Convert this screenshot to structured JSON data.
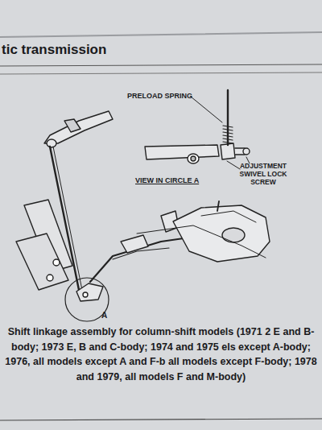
{
  "diagram": {
    "title": "tic transmission",
    "caption": "Shift linkage assembly for column-shift models (1971 2 E and B-body; 1973 E, B and C-body; 1974 and 1975 els except A-body; 1976, all models except A and F-b all models except F-body; 1978 and 1979, all models F and M-body)",
    "labels": [
      "PRELOAD SPRING",
      "ADJUSTMENT SWIVEL LOCK SCREW",
      "VIEW IN CIRCLE A",
      "A"
    ]
  }
}
